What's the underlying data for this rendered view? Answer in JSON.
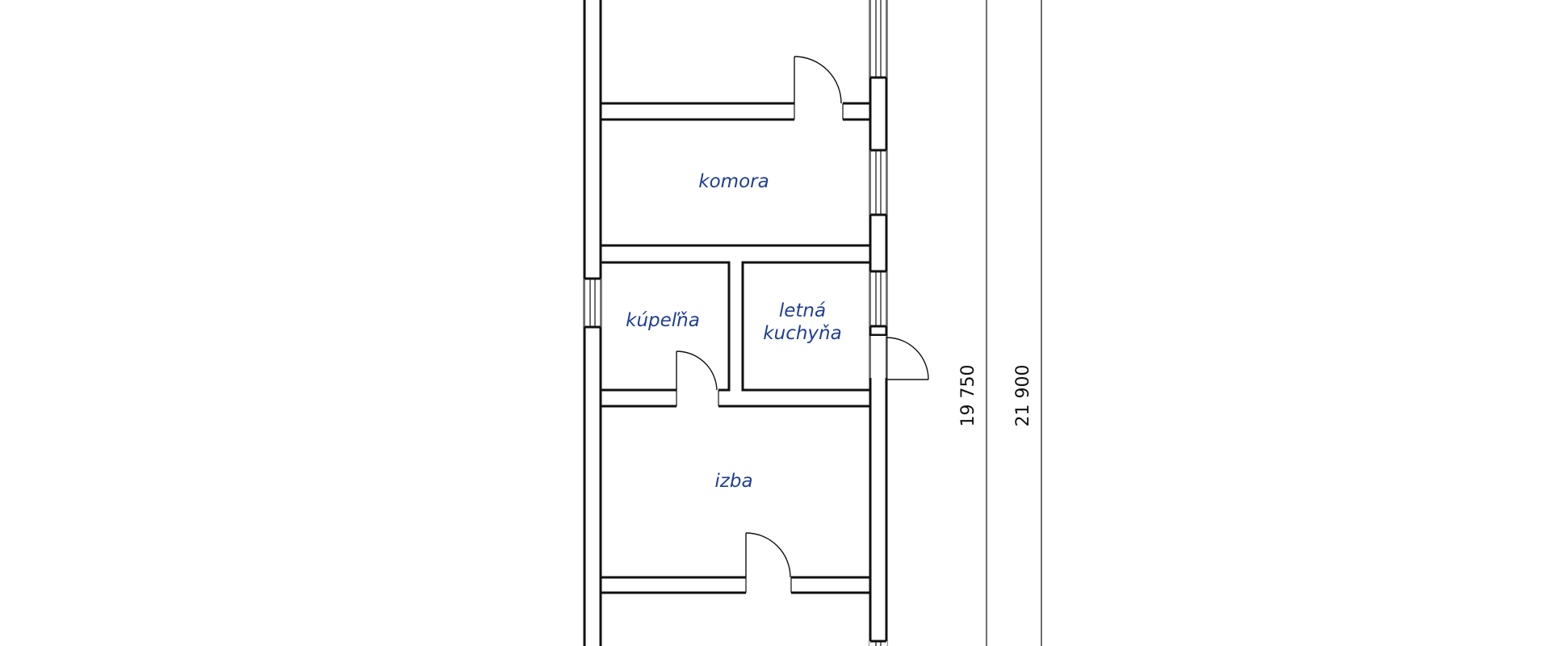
{
  "rooms": {
    "komora": "komora",
    "kupelna": "kúpeľňa",
    "letna_line1": "letná",
    "letna_line2": "kuchyňa",
    "izba": "izba"
  },
  "dimensions": {
    "inner": "19 750",
    "outer": "21 900"
  },
  "colors": {
    "label": "#1f3f96",
    "line": "#111111",
    "background": "#ffffff"
  }
}
